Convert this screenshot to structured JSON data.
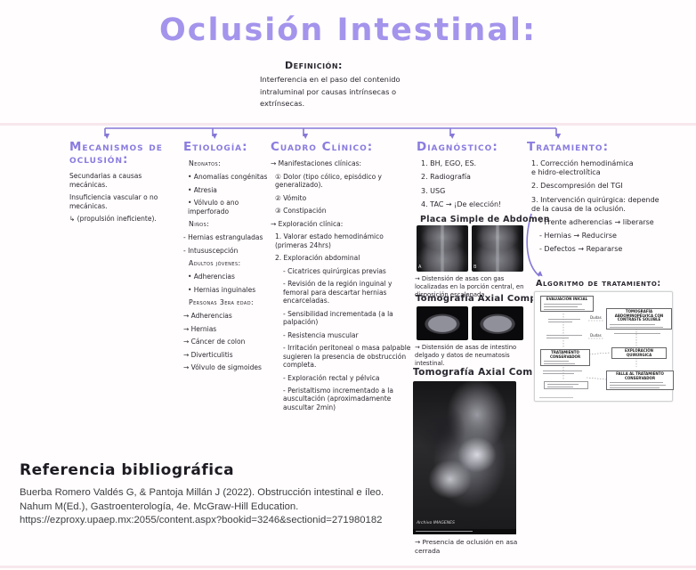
{
  "page": {
    "title": "Oclusión Intestinal:"
  },
  "definition": {
    "heading": "Definición:",
    "lines": [
      "Interferencia en el paso del contenido",
      "intraluminal por causas intrínsecas o",
      "extrínsecas."
    ]
  },
  "mecanismos": {
    "heading": "Mecanismos de oclusión:",
    "lines": [
      "Secundarias a causas mecánicas.",
      "Insuficiencia vascular o no mecánicas.",
      "↳ (propulsión ineficiente)."
    ]
  },
  "etiologia": {
    "heading": "Etiología:",
    "lines": [
      "Neonatos:",
      "• Anomalías congénitas",
      "• Atresia",
      "• Vólvulo o ano imperforado",
      "Niños:",
      "- Hernias estranguladas",
      "- Intususcepción",
      "Adultos jóvenes:",
      "• Adherencias",
      "• Hernias inguinales",
      "Personas 3era edad:",
      "→ Adherencias",
      "→ Hernias",
      "→ Cáncer de colon",
      "→ Diverticulitis",
      "→ Vólvulo de sigmoides"
    ]
  },
  "cuadro": {
    "heading": "Cuadro Clínico:",
    "lines": [
      "→ Manifestaciones clínicas:",
      "① Dolor  (tipo cólico, episódico y generalizado).",
      "② Vómito",
      "③ Constipación",
      "→ Exploración clínica:",
      "1. Valorar estado hemodinámico (primeras 24hrs)",
      "2. Exploración abdominal",
      "- Cicatrices quirúrgicas previas",
      "- Revisión de la región inguinal y femoral para descartar hernias encarceladas.",
      "- Sensibilidad incrementada (a la palpación)",
      "- Resistencia muscular",
      "- Irritación peritoneal o masa palpable sugieren la presencia de obstrucción completa.",
      "- Exploración rectal y pélvica",
      "- Peristaltismo incrementado a la auscultación (aproximadamente auscultar 2min)"
    ]
  },
  "diagnostico": {
    "heading": "Diagnóstico:",
    "lines": [
      "1. BH, EGO, ES.",
      "2. Radiografía",
      "3. USG",
      "4. TAC → ¡De elección!"
    ],
    "subhead_xray": "Placa Simple de Abdomen",
    "xray_labels": {
      "a": "A",
      "b": "B"
    },
    "xray_caption": "→ Distensión de asas con gas localizadas en la porción central, en disposición escalonada.",
    "subhead_ct": "Tomografía Axial Computarizada",
    "ct_caption": "→ Distensión de asas de intestino delgado y datos de neumatosis intestinal.",
    "subhead_ct2": "Tomografía Axial Computarizada",
    "sag_caption": "→ Presencia de oclusión en asa cerrada",
    "watermark": "Archivo IMAGENES"
  },
  "tratamiento": {
    "heading": "Tratamiento:",
    "lines": [
      "1. Corrección hemodinámica e hidro-electrolítica",
      "2. Descompresión del TGI",
      "3. Intervención quirúrgica: depende de la causa de la oclusión.",
      "- Frente adherencias → liberarse",
      "- Hernias → Reducirse",
      "- Defectos → Repararse"
    ]
  },
  "algoritmo": {
    "heading": "Algoritmo de tratamiento:",
    "box_evaluacion": "EVALUACIÓN INICIAL",
    "box_tomografia": "TOMOGRAFÍA ABDOMINOPÉLVICA CON CONTRASTE SOLUBLE",
    "box_exploracion": "EXPLORACIÓN QUIRÚRGICA",
    "box_conservador": "TRATAMIENTO CONSERVADOR",
    "box_falla": "FALLA AL TRATAMIENTO CONSERVADOR",
    "label_dudas": "Dudas"
  },
  "referencia": {
    "heading": "Referencia bibliográfica",
    "text": "Buerba Romero Valdés G, & Pantoja Millán J (2022). Obstrucción intestinal e íleo. Nahum M(Ed.), Gastroenterología, 4e. McGraw-Hill Education. https://ezproxy.upaep.mx:2055/content.aspx?bookid=3246&sectionid=271980182"
  },
  "colors": {
    "accent_purple": "#8a7ce0",
    "title_purple": "#a494ec",
    "ink": "#2a2830",
    "divider_pink": "#f7e7ec"
  }
}
